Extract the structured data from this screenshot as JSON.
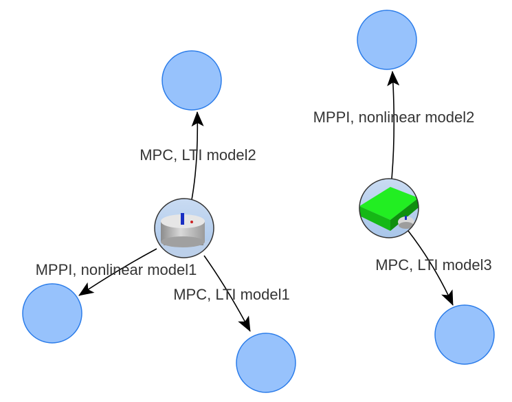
{
  "colors": {
    "node_fill": "#97c2fc",
    "node_border": "#2b7ce9",
    "edge": "#000000",
    "label_text": "#343434"
  },
  "nodes": [
    {
      "id": "robot1",
      "kind": "image",
      "icon": "robot-sim-icon"
    },
    {
      "id": "goal1",
      "kind": "circle"
    },
    {
      "id": "goal2",
      "kind": "circle"
    },
    {
      "id": "goal3",
      "kind": "circle"
    },
    {
      "id": "robot2",
      "kind": "image",
      "icon": "box-robot-sim-icon"
    },
    {
      "id": "goal4",
      "kind": "circle"
    },
    {
      "id": "goal5",
      "kind": "circle"
    }
  ],
  "edges": [
    {
      "from": "robot1",
      "to": "goal1",
      "label": "MPC, LTI model2"
    },
    {
      "from": "robot1",
      "to": "goal2",
      "label": "MPPI, nonlinear model1"
    },
    {
      "from": "robot1",
      "to": "goal3",
      "label": "MPC, LTI model1"
    },
    {
      "from": "robot2",
      "to": "goal4",
      "label": "MPPI, nonlinear model2"
    },
    {
      "from": "robot2",
      "to": "goal5",
      "label": "MPC, LTI model3"
    }
  ]
}
